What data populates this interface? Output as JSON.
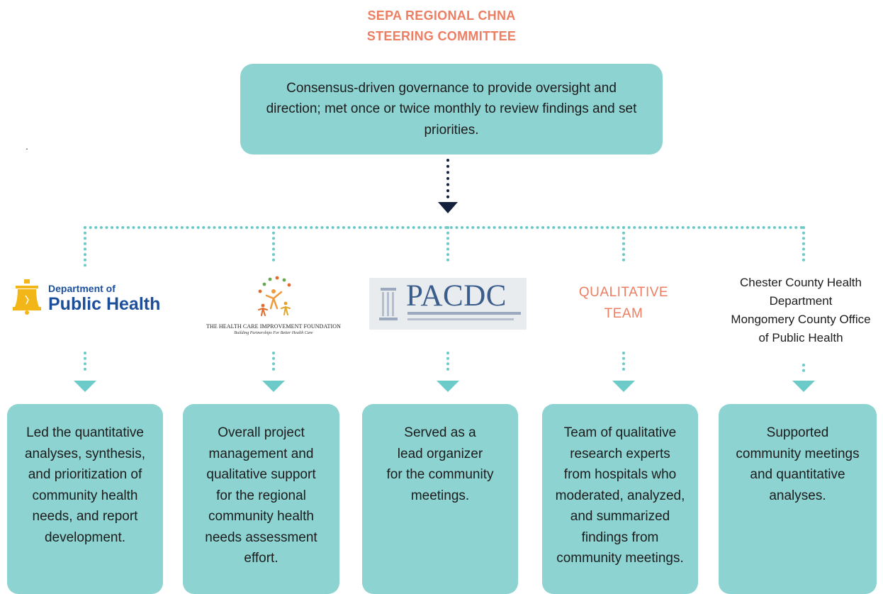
{
  "header": {
    "title_line1": "SEPA REGIONAL CHNA",
    "title_line2": "STEERING COMMITTEE"
  },
  "top_box": {
    "text": "Consensus-driven governance to provide oversight and direction; met once or twice monthly to review findings and set priorities."
  },
  "stray_mark": ".",
  "partners": [
    {
      "logo": "liberty-bell-logo",
      "logo_small": "Department of",
      "logo_big": "Public Health",
      "description": "Led the quantitative\nanalyses, synthesis,\nand prioritization of\ncommunity health\nneeds, and report\ndevelopment."
    },
    {
      "logo": "figures-logo",
      "logo_name": "THE HEALTH CARE IMPROVEMENT FOUNDATION",
      "logo_tagline": "Building Partnerships For Better Health Care",
      "description": "Overall project\nmanagement and\nqualitative support\nfor the regional\ncommunity health\nneeds assessment\neffort."
    },
    {
      "logo": "pacdc-logo",
      "logo_word": "PACDC",
      "description": "Served as a\nlead organizer\nfor the community\nmeetings."
    },
    {
      "label_line1": "QUALITATIVE",
      "label_line2": "TEAM",
      "description": "Team of qualitative\nresearch experts\nfrom hospitals who\nmoderated, analyzed,\nand summarized\nfindings from\ncommunity meetings."
    },
    {
      "org_line1": "Chester County Health",
      "org_line2": "Department",
      "org_line3": "Mongomery County Office",
      "org_line4": "of Public Health",
      "description": "Supported\ncommunity meetings\nand quantitative\nanalyses."
    }
  ],
  "colors": {
    "title": "#ee7e62",
    "box": "#8dd3d1",
    "connector": "#6ccbc8",
    "main_arrow": "#14213d",
    "dph_blue": "#1b4f9c",
    "bell_gold": "#f2b619",
    "pacdc_blue": "#3a5d8c"
  }
}
